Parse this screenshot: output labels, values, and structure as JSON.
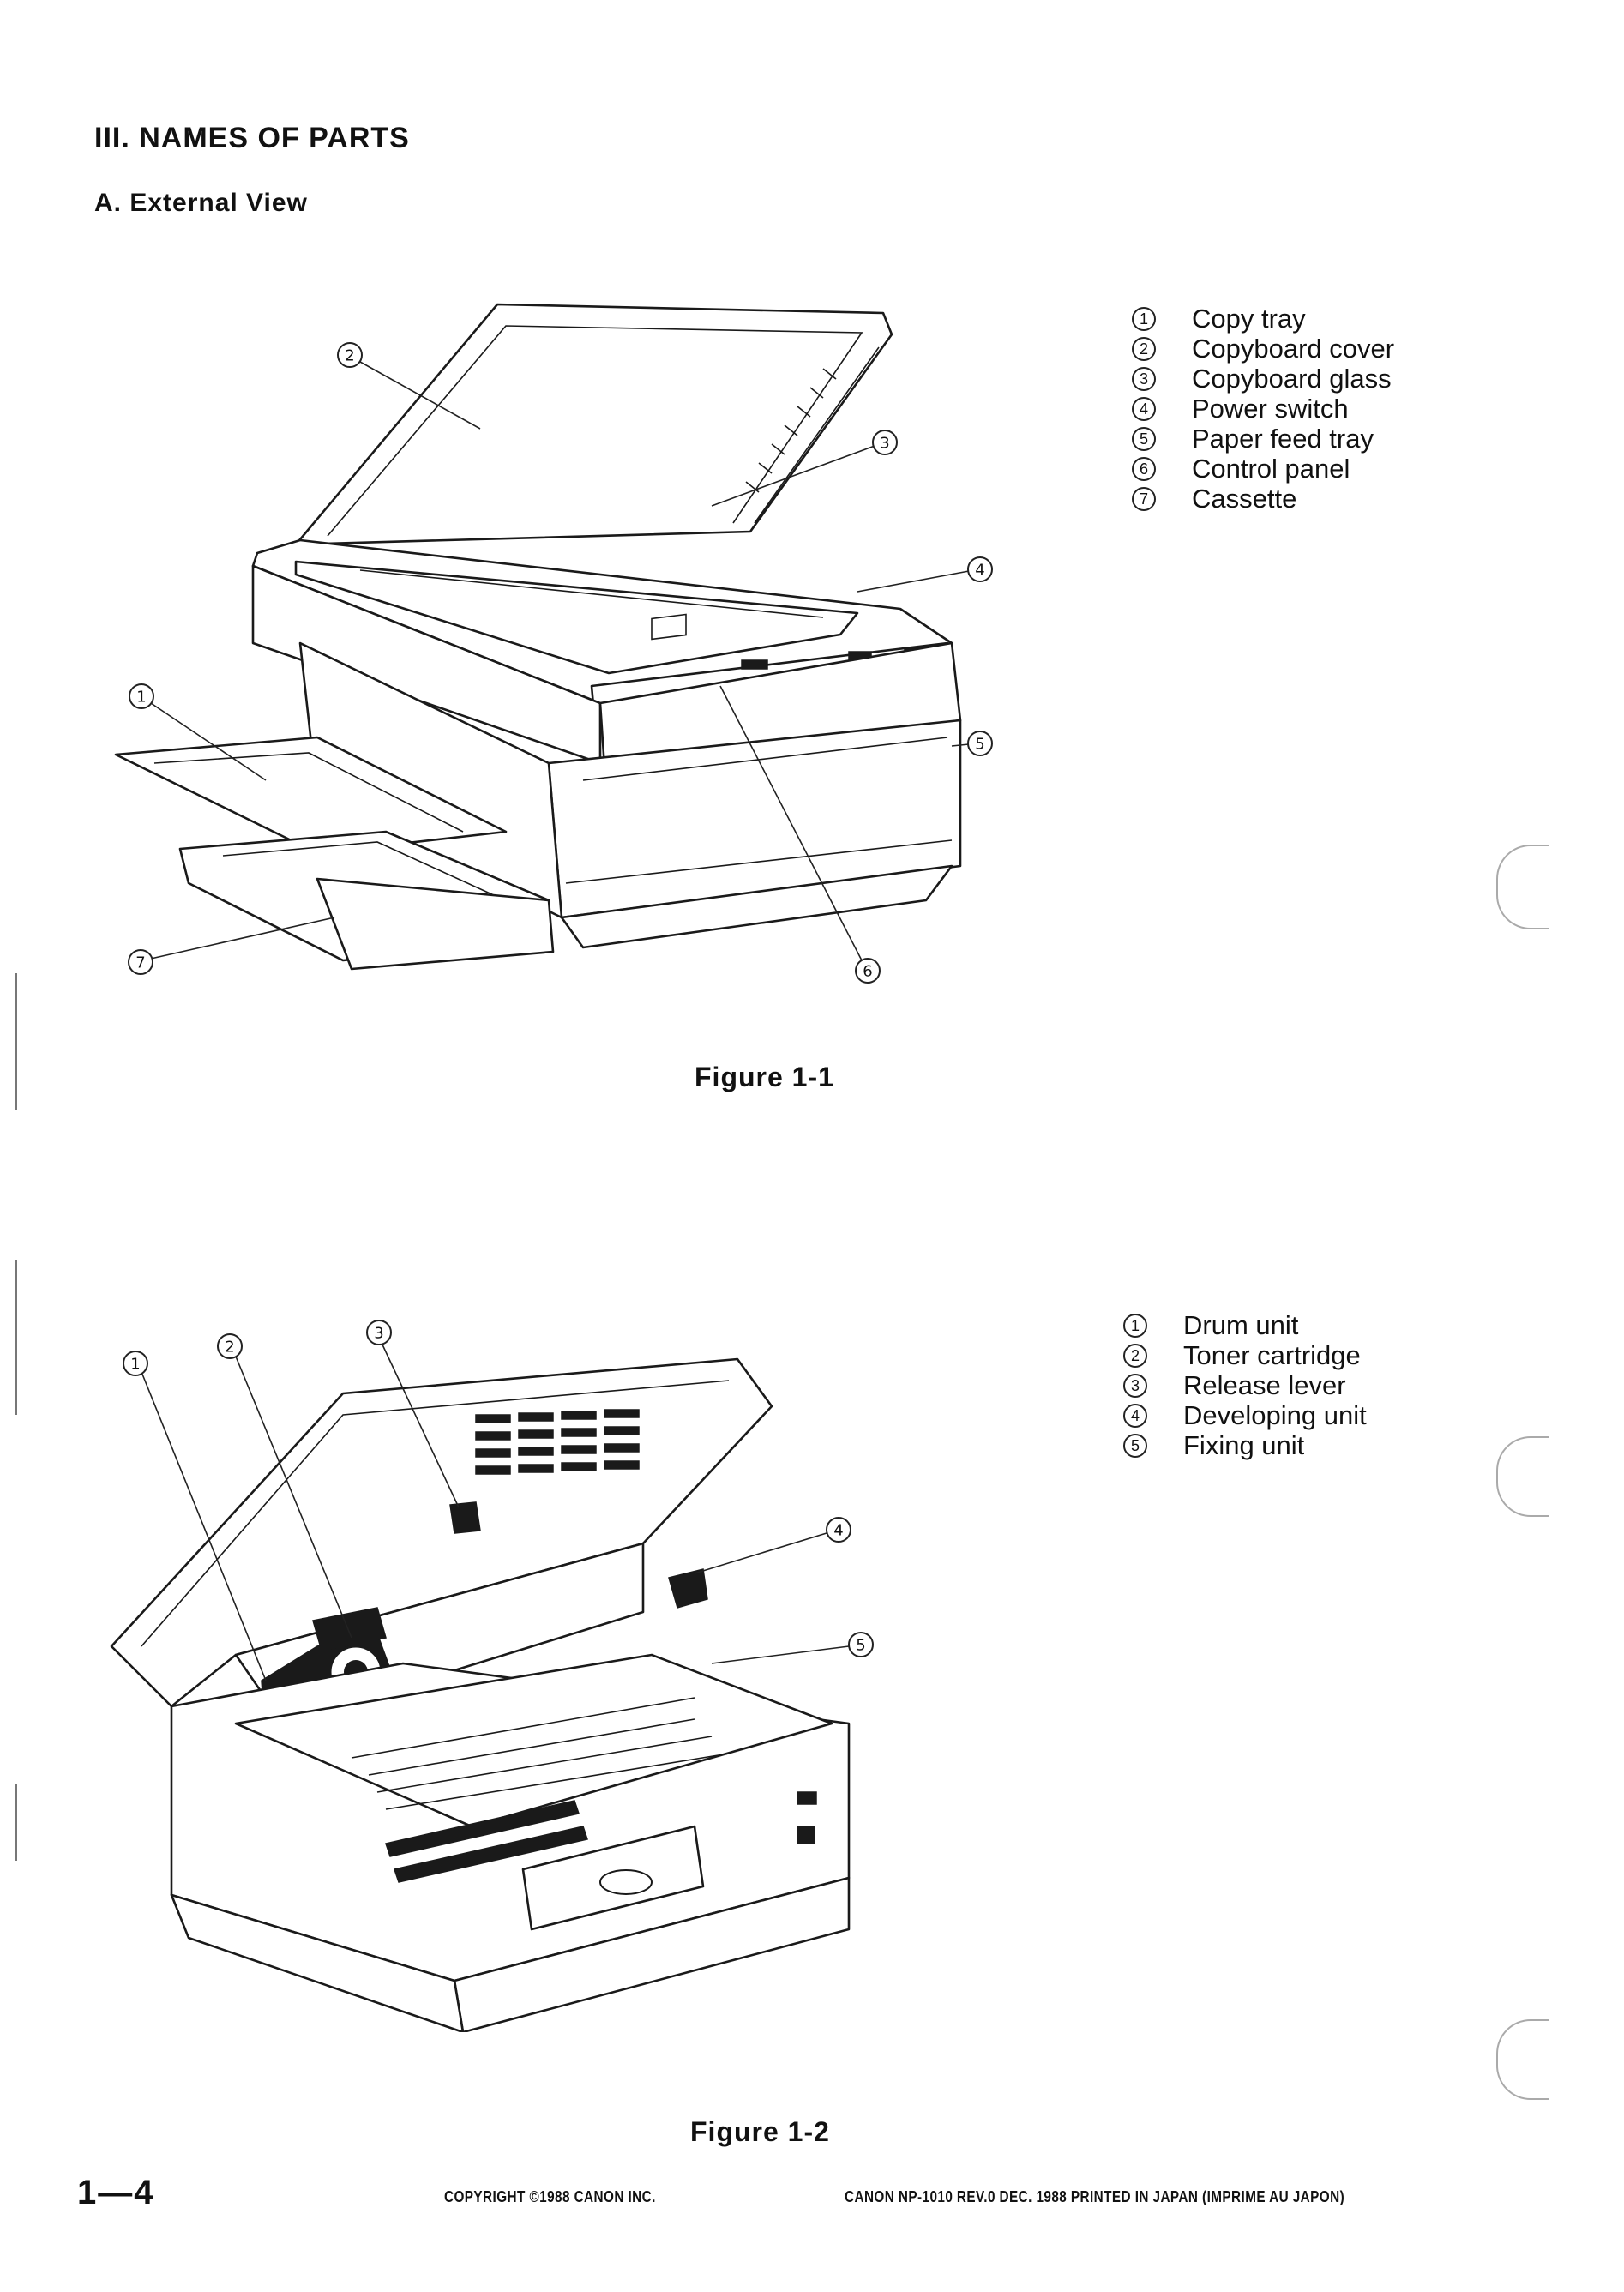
{
  "page": {
    "heading": "III.  NAMES OF PARTS",
    "subheading": "A.  External View"
  },
  "figure1": {
    "caption": "Figure 1-1",
    "parts": [
      {
        "num": "1",
        "label": "Copy tray"
      },
      {
        "num": "2",
        "label": "Copyboard cover"
      },
      {
        "num": "3",
        "label": "Copyboard glass"
      },
      {
        "num": "4",
        "label": "Power switch"
      },
      {
        "num": "5",
        "label": "Paper feed tray"
      },
      {
        "num": "6",
        "label": "Control panel"
      },
      {
        "num": "7",
        "label": "Cassette"
      }
    ]
  },
  "figure2": {
    "caption": "Figure 1-2",
    "parts": [
      {
        "num": "1",
        "label": "Drum unit"
      },
      {
        "num": "2",
        "label": "Toner cartridge"
      },
      {
        "num": "3",
        "label": "Release lever"
      },
      {
        "num": "4",
        "label": "Developing unit"
      },
      {
        "num": "5",
        "label": "Fixing unit"
      }
    ]
  },
  "footer": {
    "page_number": "1—4",
    "copyright": "COPYRIGHT ©1988 CANON INC.",
    "model_info": "CANON NP-1010 REV.0 DEC. 1988 PRINTED IN JAPAN (IMPRIME AU JAPON)"
  },
  "colors": {
    "ink": "#111111",
    "paper": "#ffffff"
  }
}
